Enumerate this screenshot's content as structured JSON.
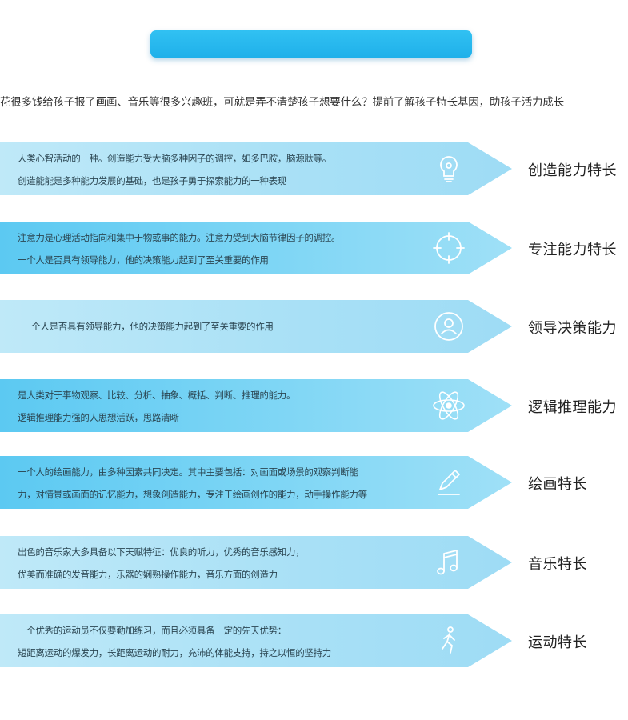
{
  "intro": "花很多钱给孩子报了画画、音乐等很多兴趣班，可就是弄不清楚孩子想要什么？提前了解孩子特长基因，助孩子活力成长",
  "rows": [
    {
      "line1": "人类心智活动的一种。创造能力受大脑多种因子的调控，如多巴胺，脑源肽等。",
      "line2": "创造能能是多种能力发展的基础，也是孩子勇于探索能力的一种表现",
      "label": "创造能力特长",
      "icon": "lightbulb-icon"
    },
    {
      "line1": "注意力是心理活动指向和集中于物或事的能力。注意力受到大脑节律因子的调控。",
      "line2": "一个人是否具有领导能力，他的决策能力起到了至关重要的作用",
      "label": "专注能力特长",
      "icon": "crosshair-icon"
    },
    {
      "line1": "一个人是否具有领导能力，他的决策能力起到了至关重要的作用",
      "label": "领导决策能力",
      "icon": "user-icon"
    },
    {
      "line1": "是人类对于事物观察、比较、分析、抽象、概括、判断、推理的能力。",
      "line2": "逻辑推理能力强的人思想活跃，思路清晰",
      "label": "逻辑推理能力",
      "icon": "atom-icon"
    },
    {
      "line1": "一个人的绘画能力，由多种因素共同决定。其中主要包括：对画面或场景的观察判断能",
      "line2": "力，对情景或画面的记忆能力，想象创造能力，专注于绘画创作的能力，动手操作能力等",
      "label": "绘画特长",
      "icon": "pencil-icon"
    },
    {
      "line1": "出色的音乐家大多具备以下天赋特征：优良的听力，优秀的音乐感知力，",
      "line2": "优美而准确的发音能力，乐器的娴熟操作能力，音乐方面的创造力",
      "label": "音乐特长",
      "icon": "music-note-icon"
    },
    {
      "line1": "一个优秀的运动员不仅要勤加练习，而且必须具备一定的先天优势：",
      "line2": "短距离运动的爆发力，长距离运动的耐力，充沛的体能支持，持之以恒的坚持力",
      "label": "运动特长",
      "icon": "runner-icon"
    }
  ],
  "colors": {
    "header": "#1fb0ea",
    "arrow_light": "#a8e0f6",
    "arrow_blue": "#5cc9f2",
    "icon_stroke": "#ffffff"
  }
}
